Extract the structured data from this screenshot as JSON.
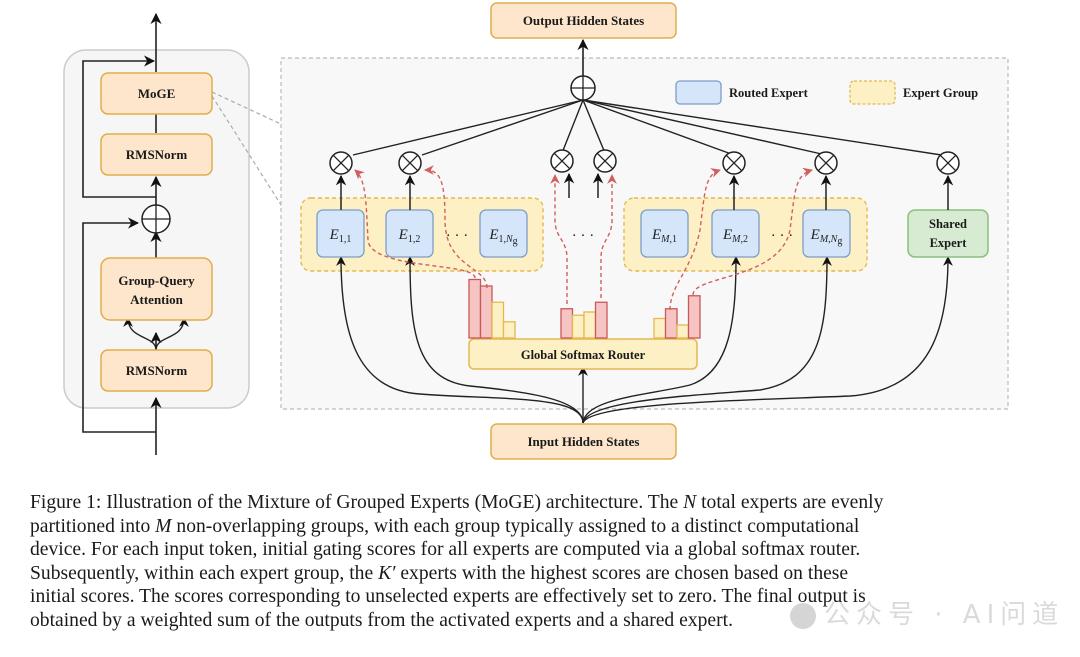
{
  "figure": {
    "block": {
      "moge": "MoGE",
      "rmsnorm_top": "RMSNorm",
      "gqa_line1": "Group-Query",
      "gqa_line2": "Attention",
      "rmsnorm_bottom": "RMSNorm"
    },
    "output_label": "Output Hidden States",
    "input_label": "Input Hidden States",
    "router_label": "Global Softmax Router",
    "legend": {
      "routed_expert": "Routed Expert",
      "expert_group": "Expert Group"
    },
    "group1": {
      "experts": [
        {
          "main": "E",
          "sub": "1,1",
          "subi": ""
        },
        {
          "main": "E",
          "sub": "1,",
          "subi": "N_g"
        },
        {
          "main": "E",
          "sub": "1,2",
          "subi": ""
        }
      ],
      "ellipsis": "· · ·"
    },
    "middle_ellipsis": "· · ·",
    "groupM": {
      "experts": [
        {
          "main": "E",
          "sub": "M,1"
        },
        {
          "main": "E",
          "sub": "M,2"
        },
        {
          "main": "E",
          "sub": "M,N_g"
        }
      ],
      "ellipsis": "· · ·"
    },
    "shared_expert_line1": "Shared",
    "shared_expert_line2": "Expert",
    "router_scores": [
      {
        "group": "1",
        "bars": [
          {
            "score": 0.9,
            "selected": true
          },
          {
            "score": 0.8,
            "selected": true
          },
          {
            "score": 0.55,
            "selected": false
          },
          {
            "score": 0.25,
            "selected": false
          }
        ]
      },
      {
        "group": "middle",
        "bars": [
          {
            "score": 0.45,
            "selected": true
          },
          {
            "score": 0.35,
            "selected": false
          },
          {
            "score": 0.4,
            "selected": false
          },
          {
            "score": 0.55,
            "selected": true
          }
        ]
      },
      {
        "group": "M",
        "bars": [
          {
            "score": 0.3,
            "selected": false
          },
          {
            "score": 0.45,
            "selected": true
          },
          {
            "score": 0.2,
            "selected": false
          },
          {
            "score": 0.65,
            "selected": true
          }
        ]
      }
    ],
    "colors": {
      "orange_fill": "#fde6cc",
      "orange_stroke": "#e0ad4a",
      "blue_fill": "#d6e6fa",
      "blue_stroke": "#7d9dc8",
      "group_fill": "#fdf0c4",
      "group_stroke": "#e3b950",
      "green_fill": "#d7ebd2",
      "green_stroke": "#8abf7e",
      "selected_bar_fill": "#f7c4c4",
      "selected_bar_stroke": "#c9585a",
      "unselected_bar_fill": "#fdf0c4",
      "unselected_bar_stroke": "#e3b950",
      "route_dash": "#d0605e"
    }
  },
  "caption": {
    "lines": [
      [
        "Figure 1: Illustration of the Mixture of Grouped Experts (MoGE) architecture. The ",
        "N",
        " total experts are evenly"
      ],
      [
        "partitioned into ",
        "M",
        " non-overlapping groups, with each group typically assigned to a distinct computational"
      ],
      [
        "device. For each input token, initial gating scores for all experts are computed via a global softmax router.",
        "",
        ""
      ],
      [
        "Subsequently, within each expert group, the ",
        "K′",
        " experts with the highest scores are chosen based on these"
      ],
      [
        "initial scores. The scores corresponding to unselected experts are effectively set to zero. The final output is",
        "",
        ""
      ],
      [
        "obtained by a weighted sum of the outputs from the activated experts and a shared expert.",
        "",
        ""
      ]
    ]
  },
  "watermark": "公众号 · AI问道"
}
